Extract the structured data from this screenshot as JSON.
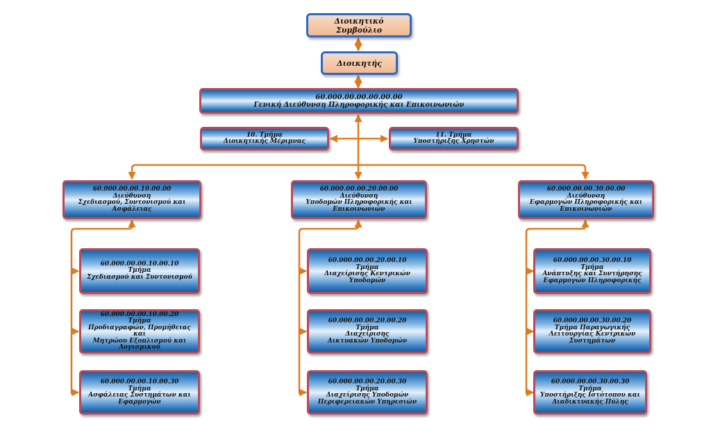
{
  "colors": {
    "connector": "#df7a1e",
    "node_border": "#b8495a",
    "top_border": "#2c68c6",
    "top_fill": "#f7c8a7",
    "node_fill": "#3f86c8"
  },
  "board": {
    "title": "Διοικητικό Συμβούλιο"
  },
  "manager": {
    "title": "Διοικητής"
  },
  "general_directorate": {
    "code": "60.000.00.00.00.00.00",
    "name": "Γενική Διεύθυνση Πληροφορικής και Επικοινωνιών"
  },
  "staff_units": [
    {
      "line1": "10. Τμήμα",
      "line2": "Διοικητικής Μέριμνας"
    },
    {
      "line1": "11. Τμήμα",
      "line2": "Υποστήριξης Χρηστών"
    }
  ],
  "directorates": [
    {
      "code": "60.000.00.00.10.00.00",
      "type": "Διεύθυνση",
      "line1": "Σχεδιασμού, Συντονισμού και",
      "line2": "Ασφάλειας",
      "departments": [
        {
          "code": "60.000.00.00.10.00.10",
          "line1": "Τμήμα",
          "line2": "Σχεδιασμού και Συντονισμού",
          "line3": "",
          "line4": ""
        },
        {
          "code": "60.000.00.00.10.00.20",
          "line1": "Τμήμα",
          "line2": "Προδιαγραφών, Προμήθειας και",
          "line3": "Μητρώου Εξοπλισμού και",
          "line4": "Λογισμικού"
        },
        {
          "code": "60.000.00.00.10.00.30",
          "line1": "Τμήμα",
          "line2": "Ασφάλειας Συστημάτων και",
          "line3": "Εφαρμογών",
          "line4": ""
        }
      ]
    },
    {
      "code": "60.000.00.00.20.00.00",
      "type": "Διεύθυνση",
      "line1": "Υποδομών Πληροφορικής και",
      "line2": "Επικοινωνιών",
      "departments": [
        {
          "code": "60.000.00.00.20.00.10",
          "line1": "Τμήμα",
          "line2": "Διαχείρισης Κεντρικών Υποδομών",
          "line3": "",
          "line4": ""
        },
        {
          "code": "60.000.00.00.20.00.20",
          "line1": "Τμήμα",
          "line2": "Διαχείρισης",
          "line3": "Δικτυακών Υποδομών",
          "line4": ""
        },
        {
          "code": "60.000.00.00.20.00.30",
          "line1": "Τμήμα",
          "line2": "Διαχείρισης Υποδομών",
          "line3": "Περιφερειακών Υπηρεσιών",
          "line4": ""
        }
      ]
    },
    {
      "code": "60.000.00.00.30.00.00",
      "type": "Διεύθυνση",
      "line1": "Εφαρμογών Πληροφορικής και",
      "line2": "Επικοινωνιών",
      "departments": [
        {
          "code": "60.000.00.00.30.00.10",
          "line1": "Τμήμα",
          "line2": "Ανάπτυξης και Συντήρησης",
          "line3": "Εφαρμογών Πληροφορικής",
          "line4": ""
        },
        {
          "code": "60.000.00.00.30.00.20",
          "line1": "Τμήμα Παραγωγικής",
          "line2": "Λειτουργίας Κεντρικών",
          "line3": "Συστημάτων",
          "line4": ""
        },
        {
          "code": "60.000.00.00.30.00.30",
          "line1": "Τμήμα",
          "line2": "Υποστήριξης Ιστότοπου και",
          "line3": "Διαδικτυακής Πύλης",
          "line4": ""
        }
      ]
    }
  ]
}
